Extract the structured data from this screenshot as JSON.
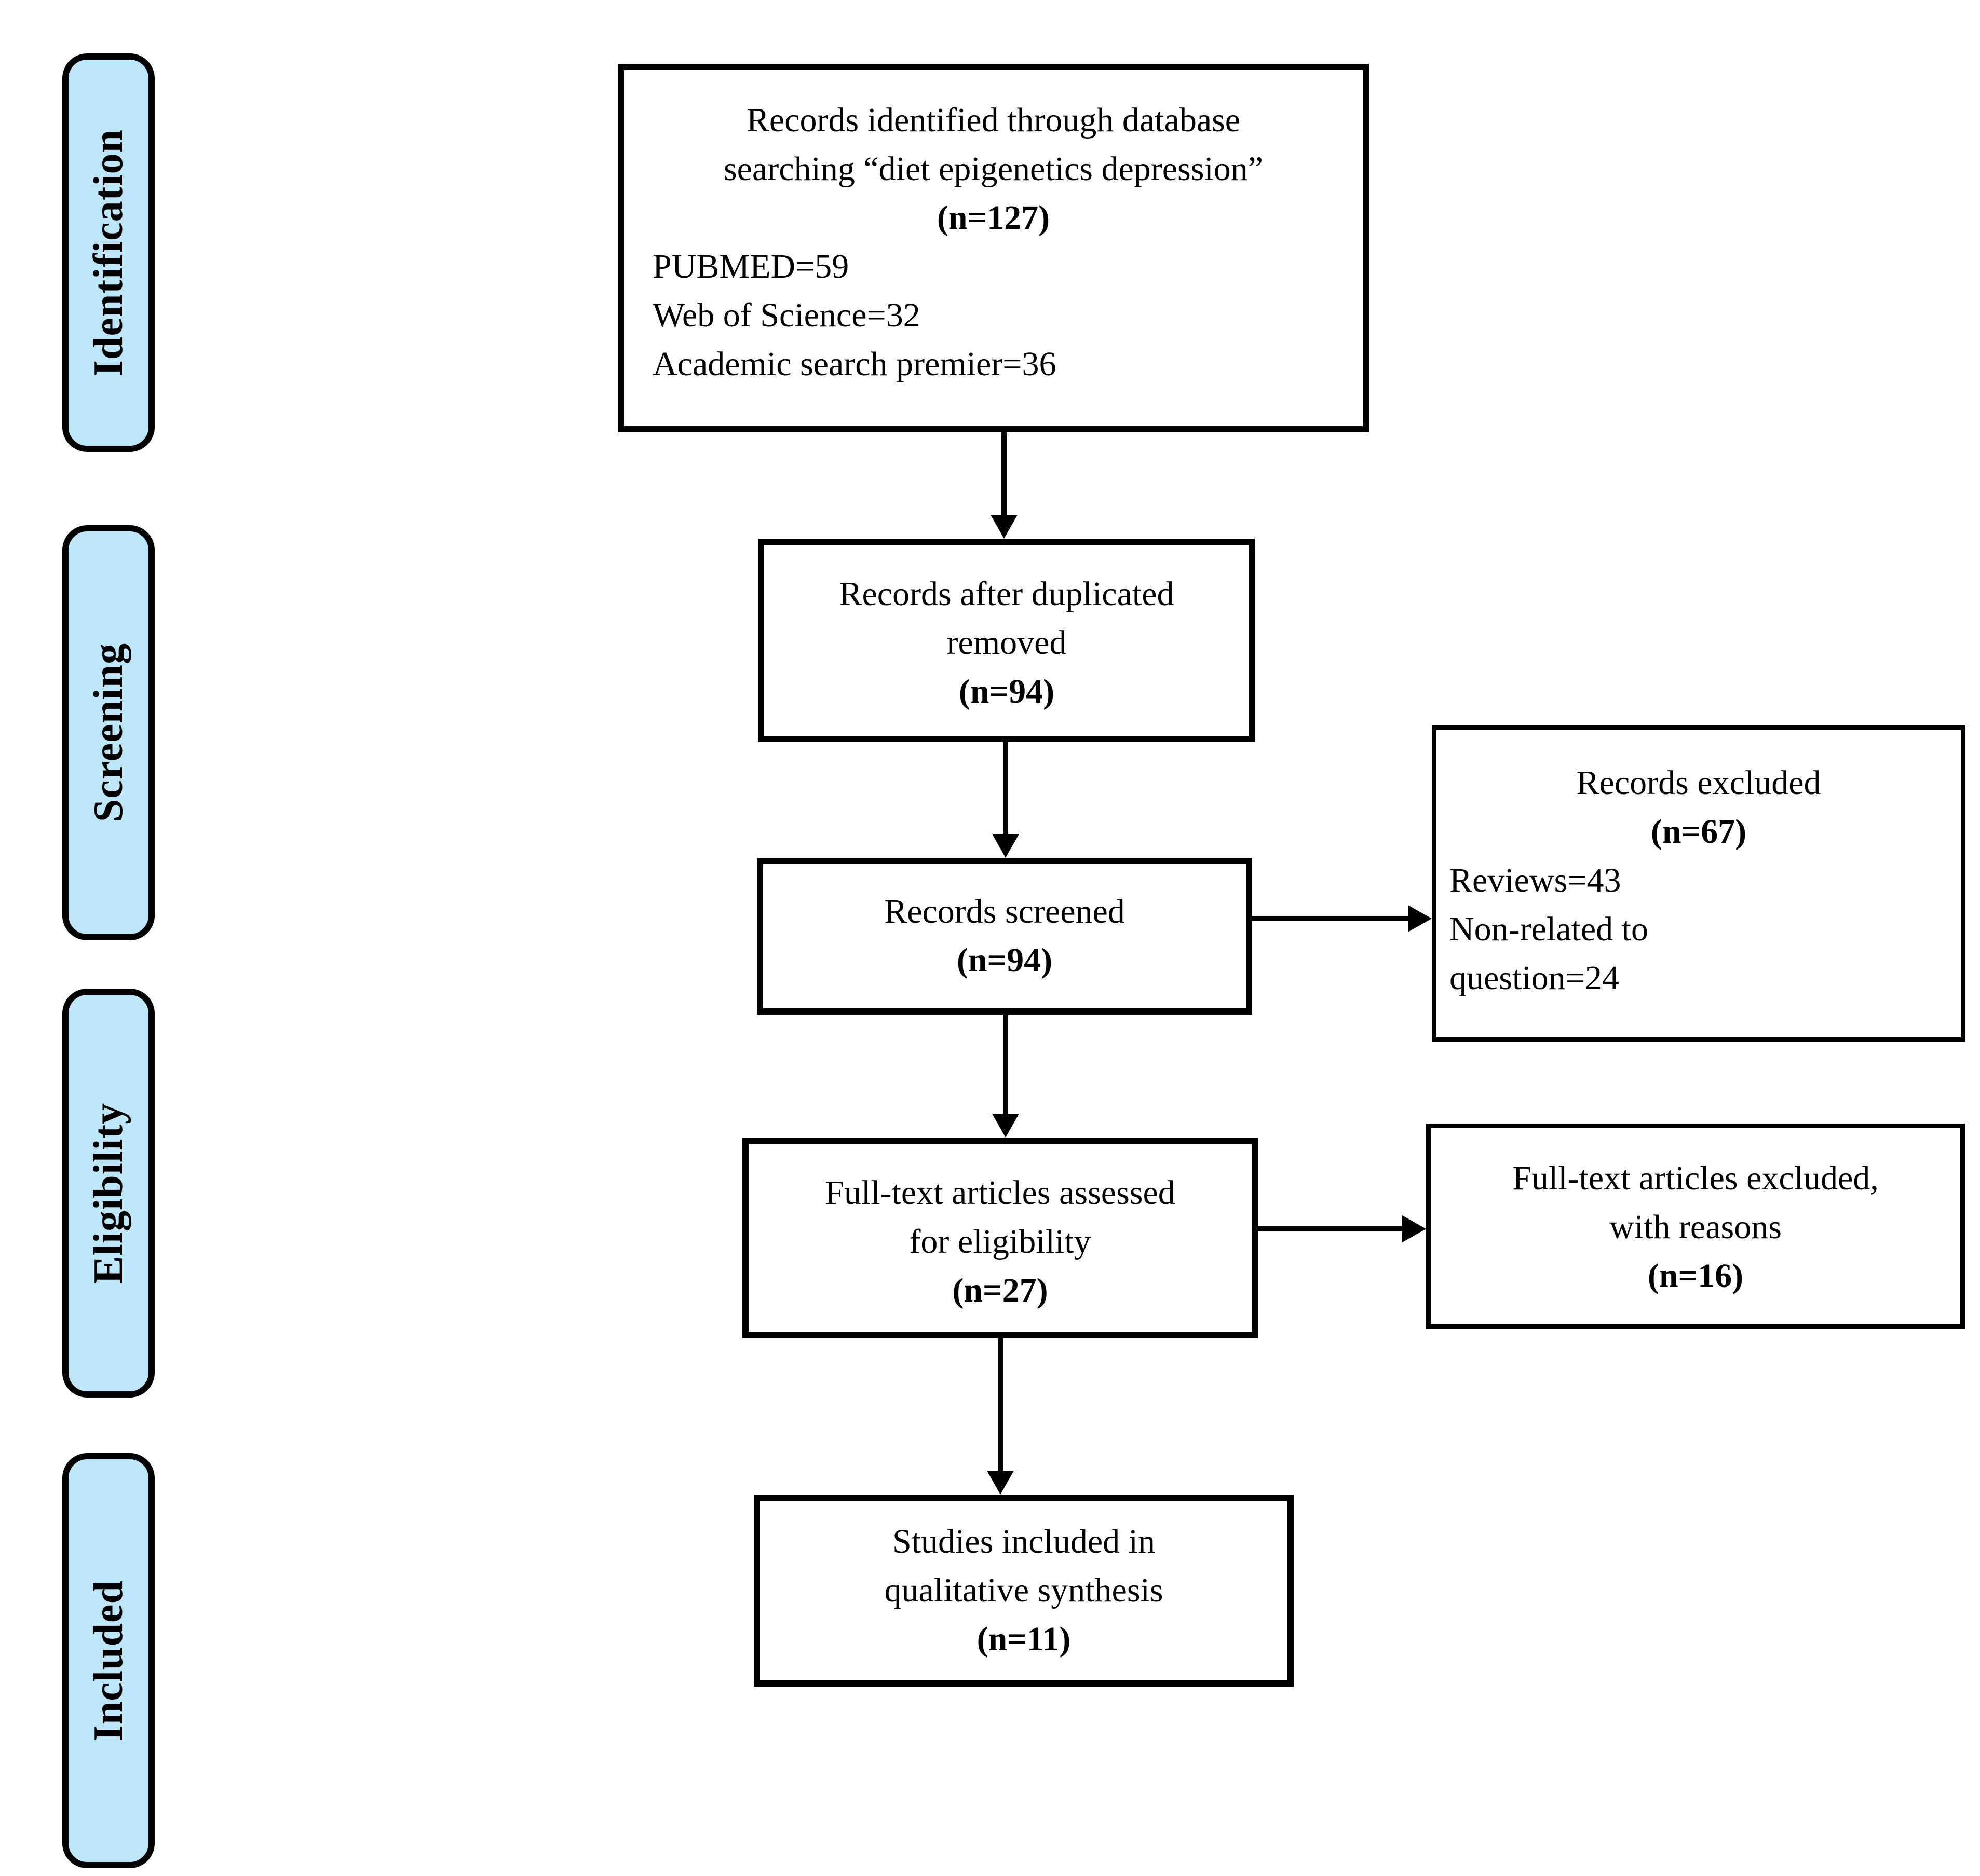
{
  "sidebar": {
    "items": [
      {
        "label": "Identification"
      },
      {
        "label": "Screening"
      },
      {
        "label": "Eligibility"
      },
      {
        "label": "Included"
      }
    ]
  },
  "boxes": {
    "identified": {
      "line1": "Records identified through database",
      "line2": "searching “diet epigenetics depression”",
      "count": "(n=127)",
      "sources": [
        "PUBMED=59",
        "Web of Science=32",
        "Academic search premier=36"
      ]
    },
    "deduplicated": {
      "line1": "Records after duplicated",
      "line2": "removed",
      "count": "(n=94)"
    },
    "screened": {
      "line1": "Records screened",
      "count": "(n=94)"
    },
    "records_excluded": {
      "line1": "Records excluded",
      "count": "(n=67)",
      "reasons": [
        "Reviews=43",
        "Non-related to",
        "question=24"
      ]
    },
    "fulltext": {
      "line1": "Full-text articles assessed",
      "line2": "for eligibility",
      "count": "(n=27)"
    },
    "fulltext_excluded": {
      "line1": "Full-text articles excluded,",
      "line2": "with reasons",
      "count": "(n=16)"
    },
    "included": {
      "line1": "Studies included in",
      "line2": "qualitative synthesis",
      "count": "(n=11)"
    }
  },
  "colors": {
    "stage_fill": "#BDE6F8",
    "box_fill": "#FFFFFF",
    "line": "#000000",
    "background": "#FFFFFF"
  }
}
